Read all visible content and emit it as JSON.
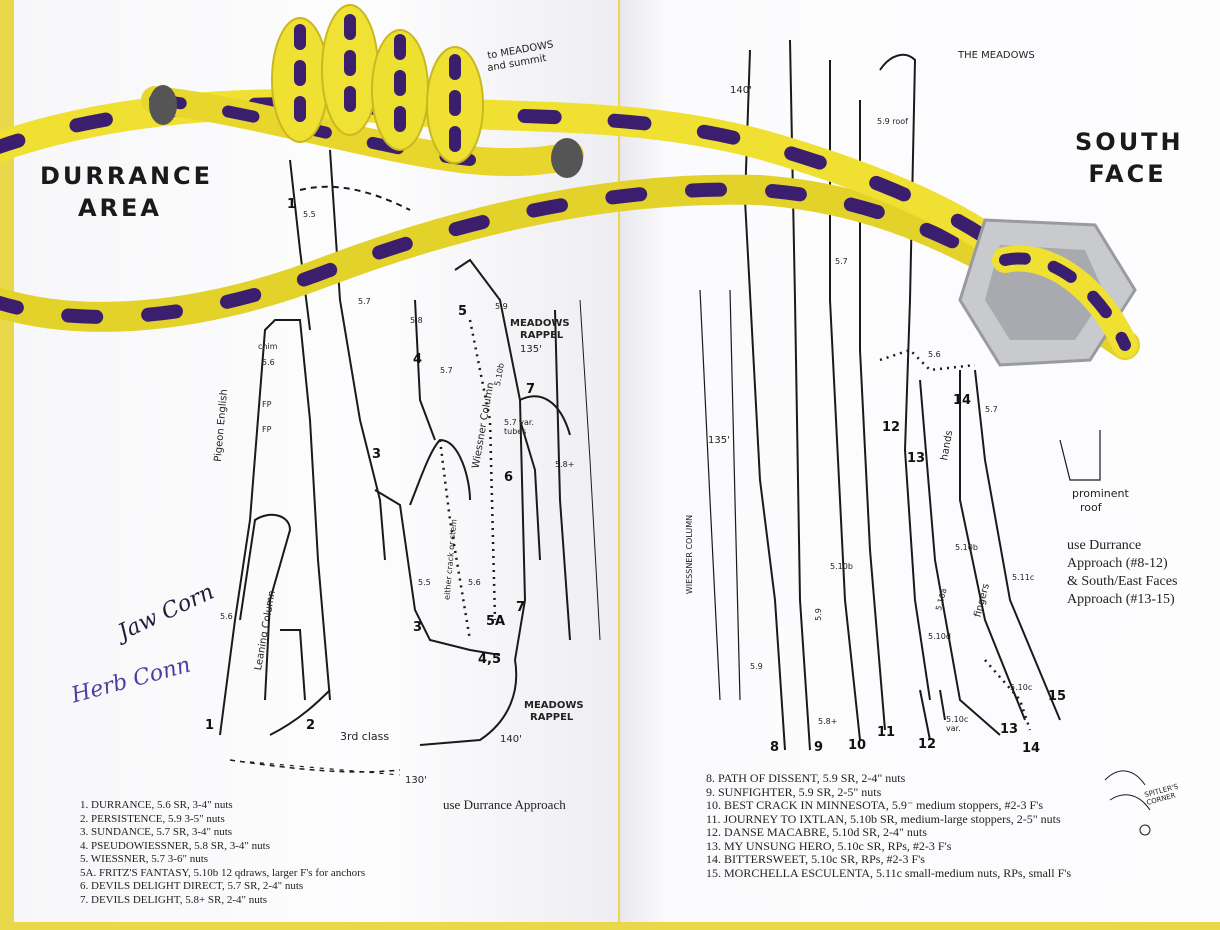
{
  "left_page": {
    "title_line1": "DURRANCE",
    "title_line2": "AREA",
    "labels": {
      "to_meadows": "to MEADOWS",
      "and_summit": "and summit",
      "meadows_rappel_1": "MEADOWS",
      "meadows_rappel_1b": "RAPPEL",
      "rappel_1_length": "135'",
      "meadows_rappel_2": "MEADOWS",
      "meadows_rappel_2b": "RAPPEL",
      "rappel_2_length": "140'",
      "third_class": "3rd class",
      "rappel_3_length": "130'",
      "pigeon_english": "Pigeon English",
      "leaning_column": "Leaning Column",
      "wiessner_column": "Wiessner Column",
      "either_crack": "either crack or stem",
      "chim": "chim",
      "tubes": "5.7 var. tubes",
      "approach": "use Durrance Approach"
    },
    "route_numbers": [
      "1",
      "2",
      "3",
      "3",
      "4",
      "5",
      "5A",
      "4,5",
      "6",
      "7",
      "7",
      "1"
    ],
    "grades": [
      "5.6",
      "5.6",
      "5.5",
      "5.7",
      "5.8",
      "5.7",
      "5.10b",
      "5.8+",
      "5.5",
      "5.6",
      "5.9",
      "FP",
      "FP"
    ],
    "routes": [
      "1.  DURRANCE, 5.6   SR, 3-4\" nuts",
      "2.  PERSISTENCE, 5.9   3-5\" nuts",
      "3.  SUNDANCE, 5.7   SR, 3-4\" nuts",
      "4.  PSEUDOWIESSNER, 5.8   SR, 3-4\" nuts",
      "5.  WIESSNER, 5.7   3-6\" nuts",
      "5A. FRITZ'S FANTASY, 5.10b   12 qdraws, larger F's for anchors",
      "6.  DEVILS DELIGHT DIRECT, 5.7   SR, 2-4\" nuts",
      "7.  DEVILS DELIGHT, 5.8+   SR, 2-4\" nuts"
    ],
    "signatures": [
      "Jaw Corn",
      "Herb Conn"
    ]
  },
  "right_page": {
    "title_line1": "SOUTH",
    "title_line2": "FACE",
    "labels": {
      "the_meadows": "THE MEADOWS",
      "rappel_length": "140'",
      "rappel_length_2": "135'",
      "wiessner_column": "WIESSNER COLUMN",
      "prominent": "prominent",
      "roof": "roof",
      "hands": "hands",
      "fingers": "fingers",
      "spitlers_corner": "SPITLER'S CORNER",
      "approach": [
        "use Durrance",
        "Approach (#8-12)",
        "& South/East Faces",
        "Approach (#13-15)"
      ]
    },
    "route_numbers": [
      "8",
      "9",
      "10",
      "11",
      "12",
      "13",
      "14",
      "15",
      "12",
      "13",
      "14"
    ],
    "grades": [
      "5.9",
      "5.8+",
      "5.9",
      "5.10b",
      "5.10a",
      "5.10d",
      "5.10c",
      "5.10c var.",
      "5.10b",
      "5.11c",
      "5.6",
      "5.7",
      "5.9 roof",
      "5.7"
    ],
    "routes": [
      "8.   PATH OF DISSENT, 5.9   SR, 2-4\" nuts",
      "9.   SUNFIGHTER, 5.9   SR, 2-5\" nuts",
      "10.  BEST CRACK IN MINNESOTA, 5.9⁻ medium stoppers, #2-3 F's",
      "11.  JOURNEY TO IXTLAN, 5.10b   SR, medium-large stoppers, 2-5\" nuts",
      "12.  DANSE MACABRE, 5.10d   SR, 2-4\" nuts",
      "13.  MY UNSUNG HERO, 5.10c   SR, RPs, #2-3 F's",
      "14.  BITTERSWEET, 5.10c   SR, RPs, #2-3 F's",
      "15.  MORCHELLA ESCULENTA, 5.11c   small-medium nuts, RPs, small F's"
    ]
  },
  "colors": {
    "rope": "#efe032",
    "rope_pattern": "#3b1f6e",
    "page": "#fbfbfd",
    "ink": "#1a1a1a",
    "hex_nut": "#c9cacd"
  }
}
